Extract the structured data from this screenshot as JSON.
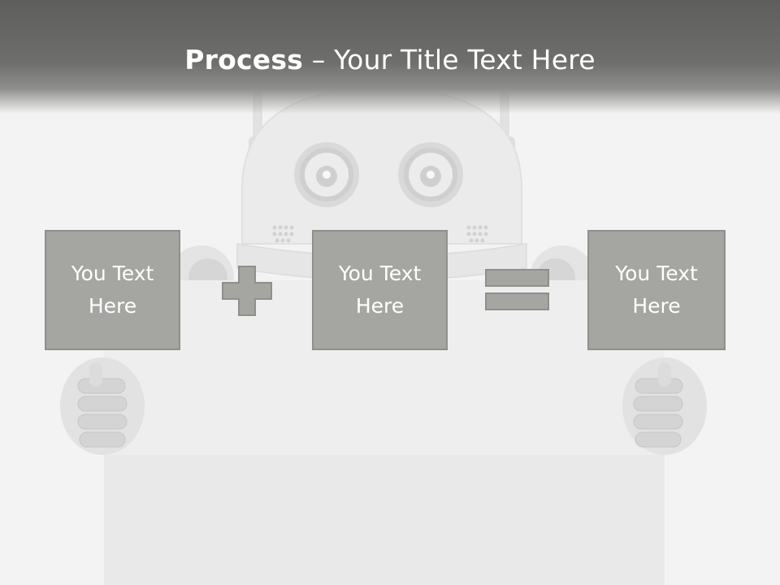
{
  "slide": {
    "title_bold": "Process",
    "title_rest": " – Your Title Text Here"
  },
  "boxes": [
    {
      "text": "You Text Here"
    },
    {
      "text": "You Text Here"
    },
    {
      "text": "You Text Here"
    }
  ],
  "operators": [
    "plus-icon",
    "equals-icon"
  ],
  "colors": {
    "header": "#5e5e5c",
    "box_fill": "#a5a5a2",
    "box_border": "#8f8f8c",
    "operator_fill": "#a5a5a2",
    "text": "#ffffff"
  }
}
